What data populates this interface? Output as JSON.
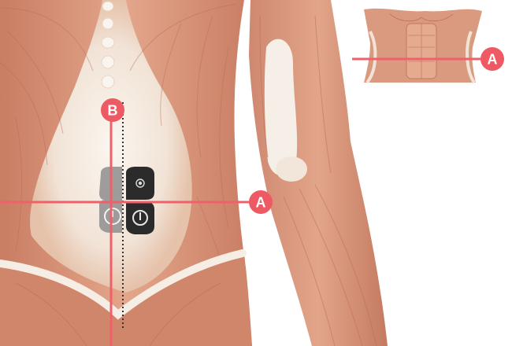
{
  "markers": {
    "a_main": "A",
    "b_main": "B",
    "a_inset": "A"
  },
  "colors": {
    "marker_line": "#f0606a",
    "marker_fill": "#ee5a64",
    "muscle": "#d9957a",
    "muscle_dark": "#b96c52",
    "tendon": "#f4ede6",
    "device_body": "#2b2b2b",
    "device_ghost": "#8f8f8f"
  },
  "icons": [
    "power-icon",
    "target-icon"
  ]
}
